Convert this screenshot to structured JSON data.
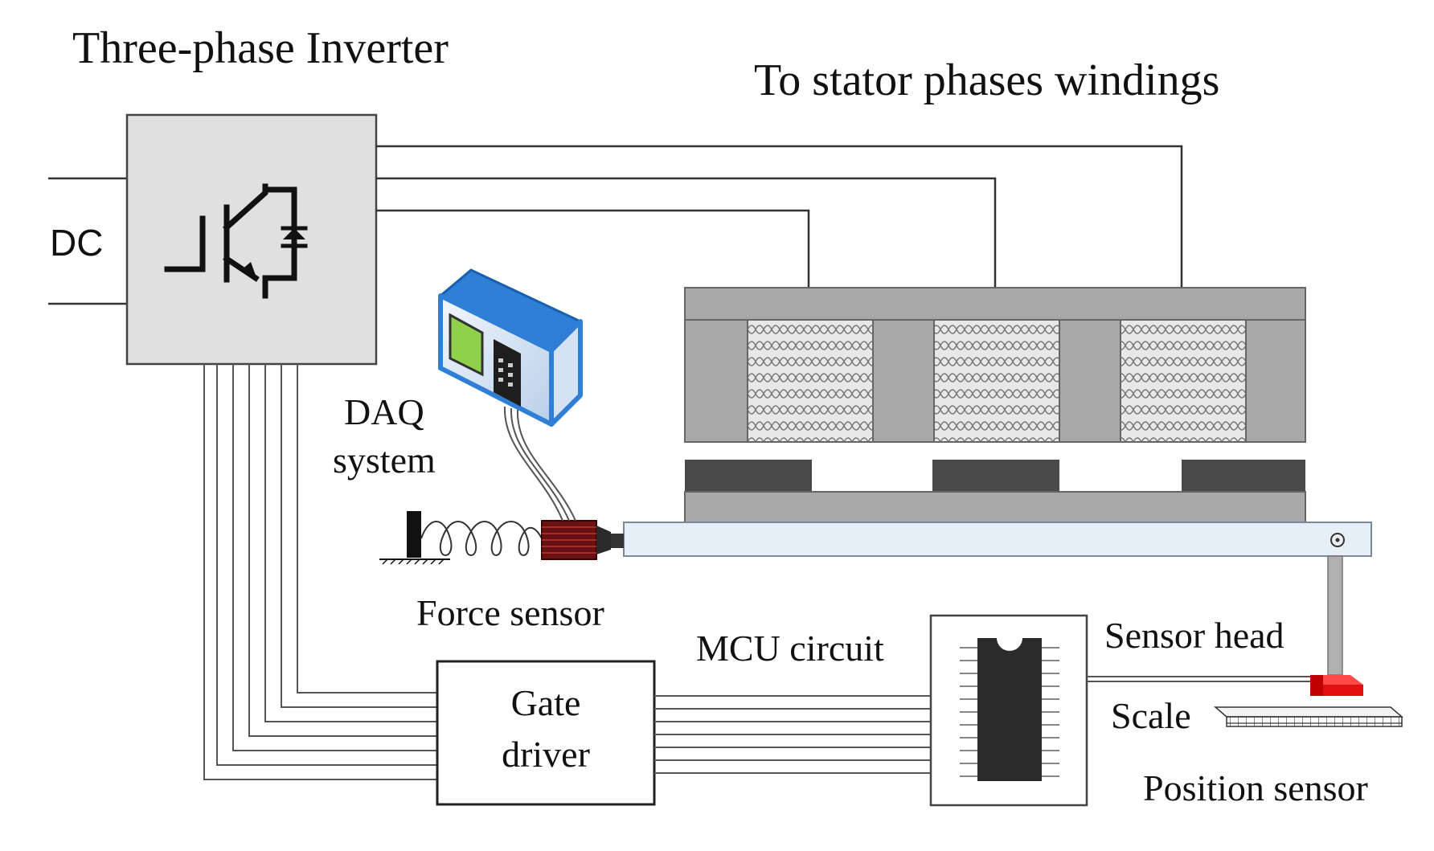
{
  "labels": {
    "inverter_title": "Three-phase Inverter",
    "stator_title": "To stator phases windings",
    "dc": "DC",
    "daq_line1": "DAQ",
    "daq_line2": "system",
    "force_sensor": "Force sensor",
    "mcu_circuit": "MCU circuit",
    "gate_driver_line1": "Gate",
    "gate_driver_line2": "driver",
    "sensor_head": "Sensor head",
    "scale": "Scale",
    "position_sensor": "Position sensor"
  },
  "colors": {
    "inverter_fill": "#e0e0e0",
    "stator_gray": "#a8a8a8",
    "magnet_dark": "#4a4a4a",
    "mover_light": "#e6eef8",
    "daq_blue": "#2f7fd6",
    "daq_screen": "#8fd14a",
    "force_sensor_red": "#6a1010",
    "sensor_head_red": "#e01010"
  }
}
